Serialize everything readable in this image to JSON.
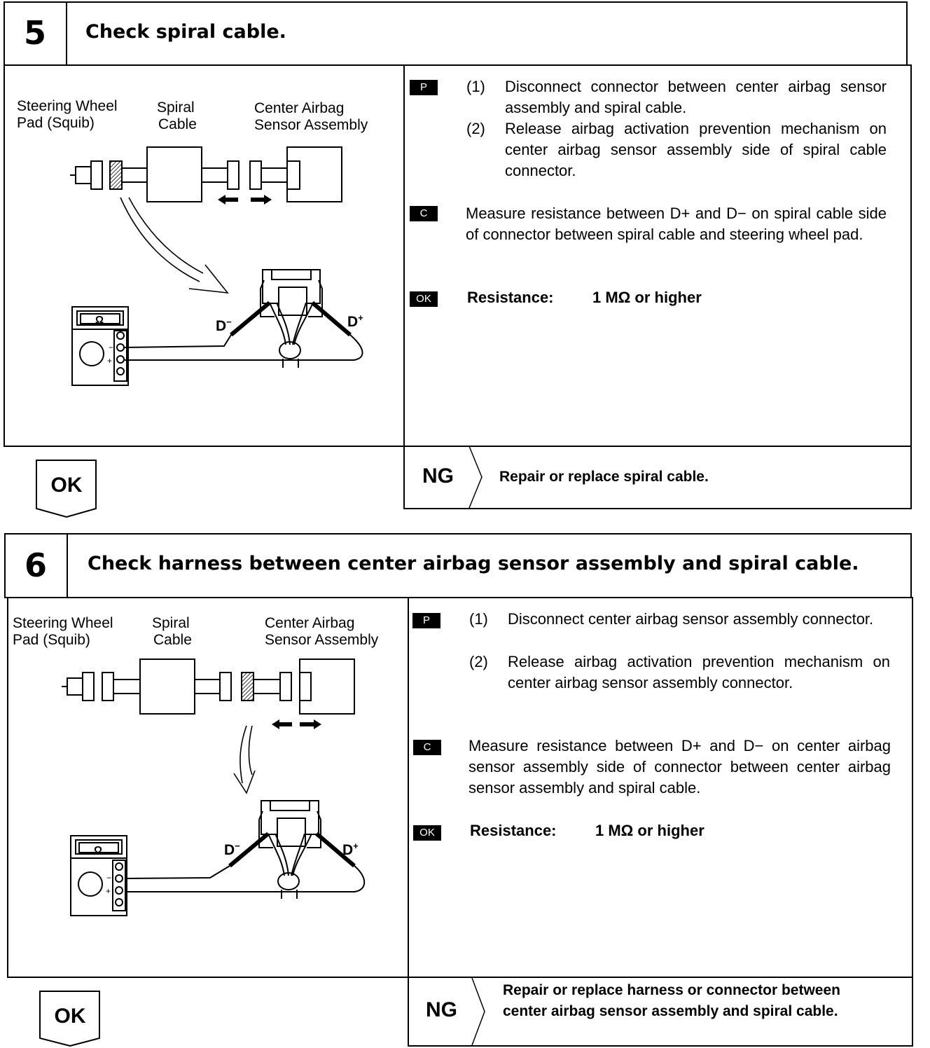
{
  "steps": [
    {
      "number": "5",
      "title": "Check spiral cable.",
      "diagram_labels": {
        "steering_wheel_pad": [
          "Steering Wheel",
          "Pad (Squib)"
        ],
        "spiral_cable": [
          "Spiral",
          "Cable"
        ],
        "center_airbag_sensor": [
          "Center Airbag",
          "Sensor Assembly"
        ],
        "d_minus": "D",
        "d_plus": "D",
        "ohm_symbol": "Ω"
      },
      "prepare_tag": "P",
      "prepare_items": [
        {
          "num": "(1)",
          "text": "Disconnect connector between center airbag sensor assembly and spiral cable."
        },
        {
          "num": "(2)",
          "text": "Release airbag activation prevention mechanism on center airbag sensor assembly side of spiral cable connector."
        }
      ],
      "check_tag": "C",
      "check_text": "Measure resistance between D+ and D− on spiral cable side of connector between spiral cable and steering wheel pad.",
      "ok_tag": "OK",
      "resistance_label": "Resistance:",
      "resistance_value": "1 MΩ or higher",
      "ok_button": "OK",
      "ng_label": "NG",
      "ng_text": "Repair or replace spiral cable."
    },
    {
      "number": "6",
      "title": "Check harness between center airbag sensor assembly and spiral cable.",
      "diagram_labels": {
        "steering_wheel_pad": [
          "Steering Wheel",
          "Pad (Squib)"
        ],
        "spiral_cable": [
          "Spiral",
          "Cable"
        ],
        "center_airbag_sensor": [
          "Center Airbag",
          "Sensor Assembly"
        ],
        "d_minus": "D",
        "d_plus": "D",
        "ohm_symbol": "Ω"
      },
      "prepare_tag": "P",
      "prepare_items": [
        {
          "num": "(1)",
          "text": "Disconnect center airbag sensor assembly connector."
        },
        {
          "num": "(2)",
          "text": "Release airbag activation prevention mechanism on center airbag sensor assembly connector."
        }
      ],
      "check_tag": "C",
      "check_text": "Measure resistance between D+ and D− on center airbag sensor assembly side of connector between center airbag sensor assembly and spiral cable.",
      "ok_tag": "OK",
      "resistance_label": "Resistance:",
      "resistance_value": "1 MΩ or higher",
      "ok_button": "OK",
      "ng_label": "NG",
      "ng_text": "Repair or replace harness or connector between center airbag sensor assembly and spiral cable."
    }
  ]
}
